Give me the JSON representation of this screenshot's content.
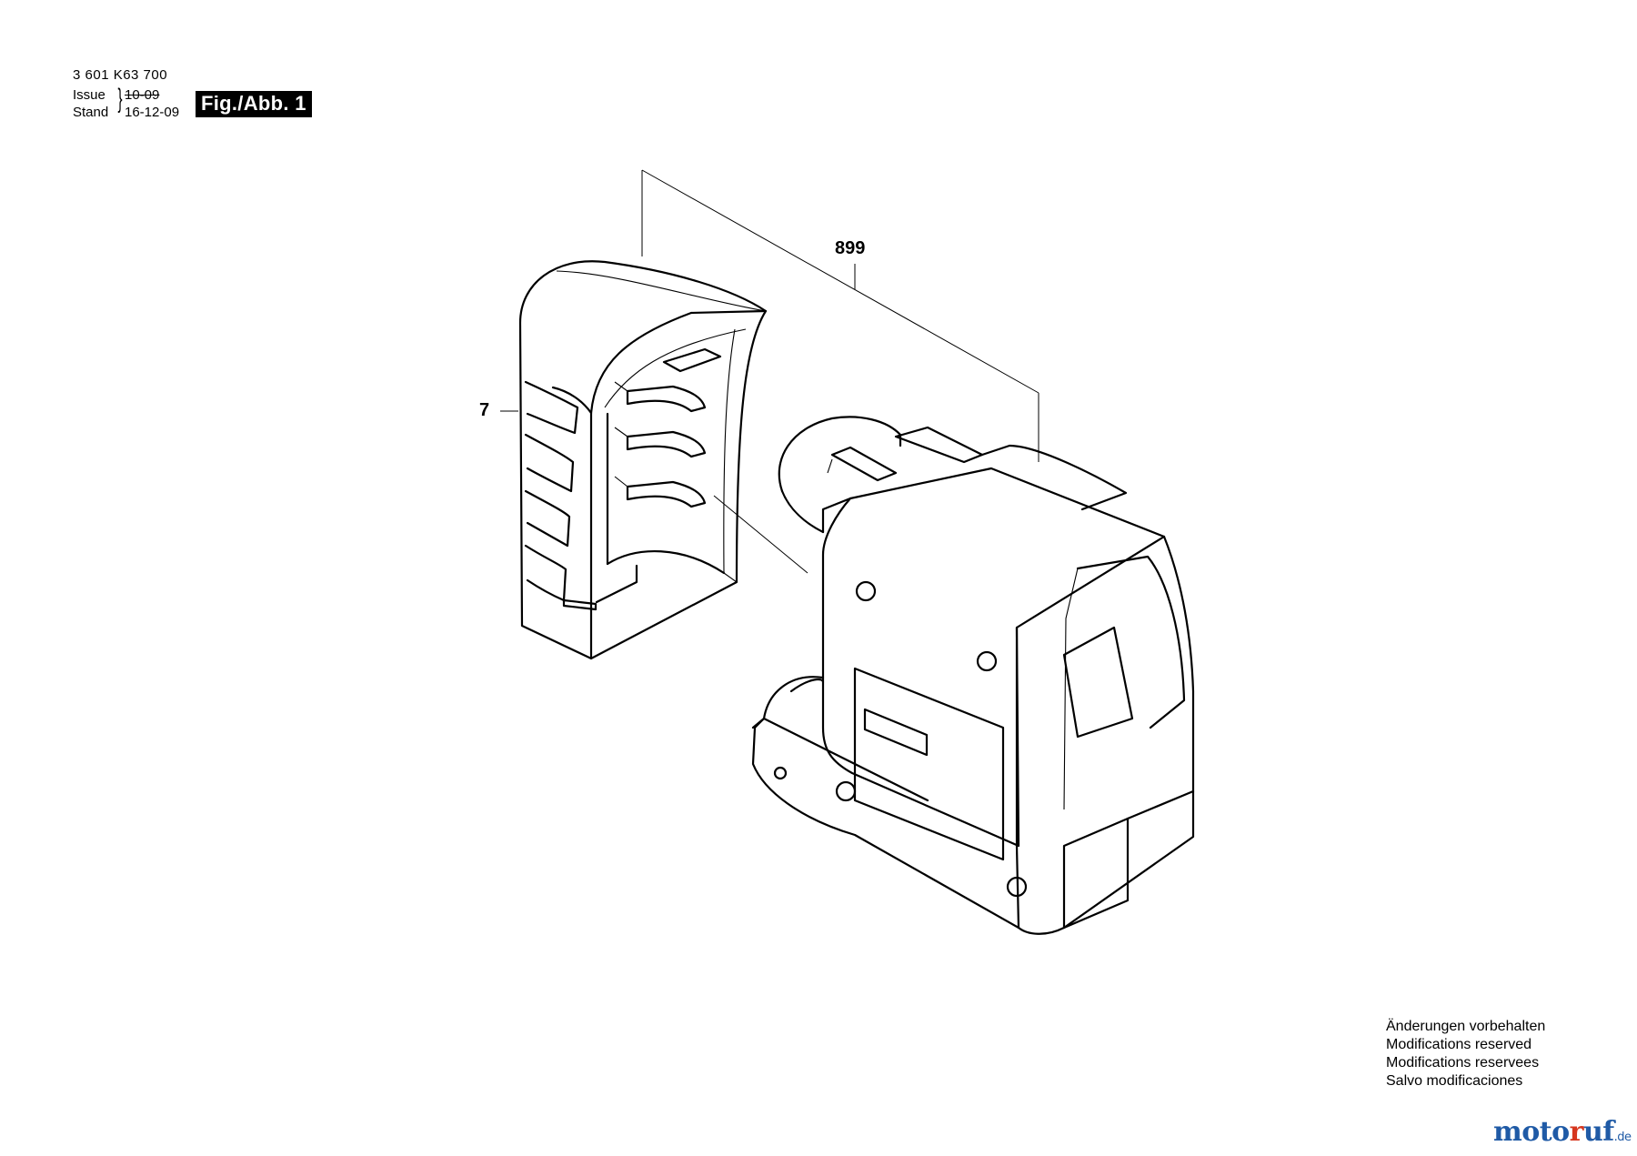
{
  "header": {
    "part_number": "3 601 K63 700",
    "issue_label": "Issue",
    "stand_label": "Stand",
    "brace": "}",
    "issue_value": "10-09",
    "stand_value": "16-12-09",
    "figure_badge": "Fig./Abb. 1"
  },
  "callouts": {
    "assembly": "899",
    "cover": "7"
  },
  "notes": [
    "Änderungen vorbehalten",
    "Modifications reserved",
    "Modifications reservees",
    "Salvo modificaciones"
  ],
  "watermark": {
    "part_a": "moto",
    "part_b": "r",
    "part_c": "uf",
    "tld": ".de",
    "colors": {
      "blue": "#1f5aa6",
      "red": "#d6361e"
    }
  }
}
